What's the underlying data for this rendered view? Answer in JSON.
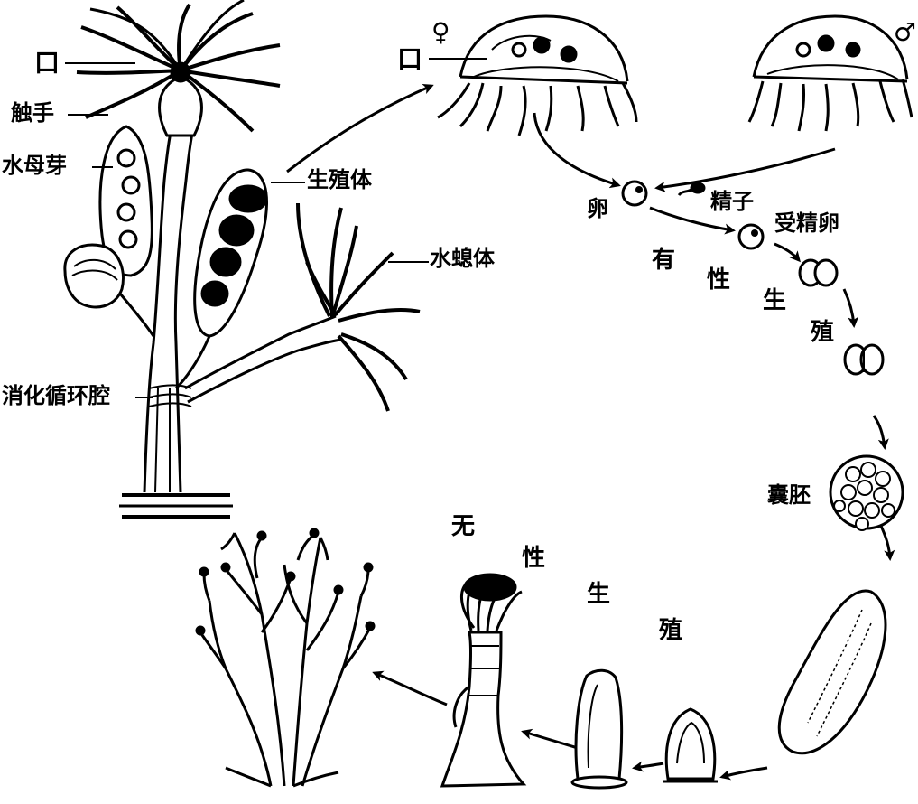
{
  "colors": {
    "ink": "#000000",
    "paper": "#ffffff"
  },
  "labels": {
    "mouth_polyp": "口",
    "tentacle": "触手",
    "medusa_bud": "水母芽",
    "gonangium": "生殖体",
    "hydranth": "水螅体",
    "gastrovascular_cavity": "消化循环腔",
    "mouth_medusa": "口",
    "female_symbol": "♀",
    "male_symbol": "♂",
    "egg": "卵",
    "sperm": "精子",
    "zygote": "受精卵",
    "blastula": "囊胚"
  },
  "sexual_reproduction": [
    "有",
    "性",
    "生",
    "殖"
  ],
  "asexual_reproduction": [
    "无",
    "性",
    "生",
    "殖"
  ]
}
